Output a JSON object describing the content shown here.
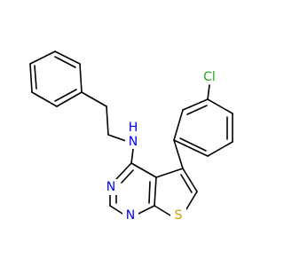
{
  "molecule": {
    "colors": {
      "bond": "#000000",
      "N": "#0000ff",
      "S": "#c8a000",
      "Cl": "#1fa81f",
      "H": "#0000ff",
      "background": "#ffffff"
    },
    "atoms": {
      "n_amine": "N",
      "h_amine": "H",
      "cl": "Cl",
      "n_ring_1": "N",
      "n_ring_2": "N",
      "s_ring": "S"
    }
  }
}
